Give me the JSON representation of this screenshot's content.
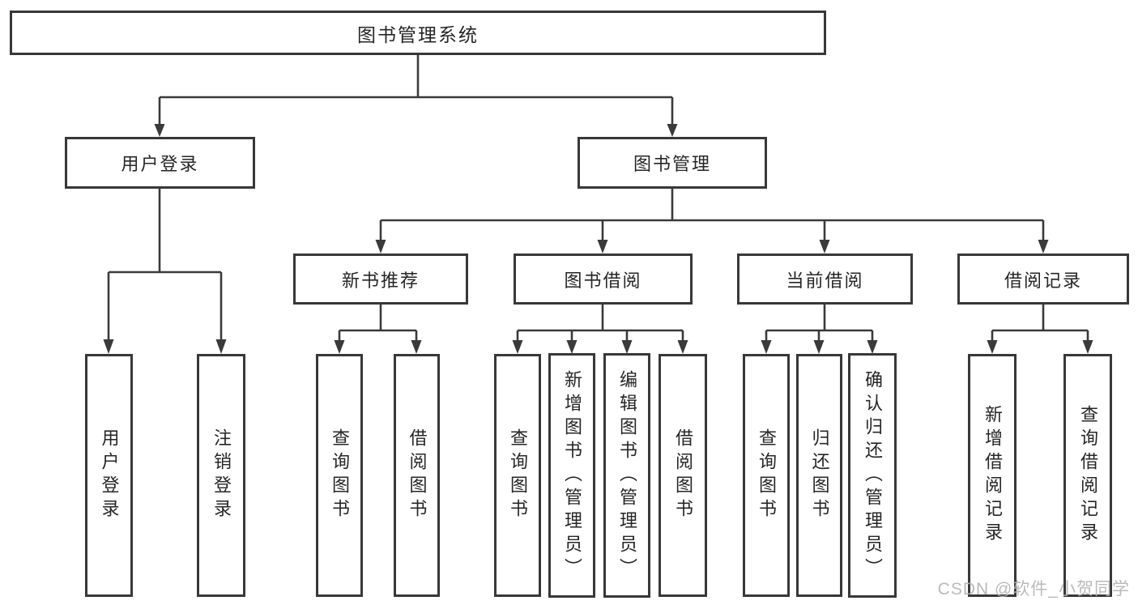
{
  "title": "图书管理系统",
  "watermark": "CSDN @软件_小贺同学",
  "colors": {
    "bg": "#ffffff",
    "border": "#383838",
    "line": "#3a3a3a",
    "text": "#262626",
    "watermark": "#b3b3b3"
  },
  "branches": {
    "user_login": {
      "label": "用户登录",
      "children": [
        {
          "label": "用户登录"
        },
        {
          "label": "注销登录"
        }
      ]
    },
    "book_management": {
      "label": "图书管理",
      "sections": [
        {
          "label": "新书推荐",
          "children": [
            {
              "label": "查询图书"
            },
            {
              "label": "借阅图书"
            }
          ]
        },
        {
          "label": "图书借阅",
          "children": [
            {
              "label": "查询图书"
            },
            {
              "label": "新增图书（管理员）"
            },
            {
              "label": "编辑图书（管理员）"
            },
            {
              "label": "借阅图书"
            }
          ]
        },
        {
          "label": "当前借阅",
          "children": [
            {
              "label": "查询图书"
            },
            {
              "label": "归还图书"
            },
            {
              "label": "确认归还（管理员）"
            }
          ]
        },
        {
          "label": "借阅记录",
          "children": [
            {
              "label": "新增借阅记录"
            },
            {
              "label": "查询借阅记录"
            }
          ]
        }
      ]
    }
  }
}
